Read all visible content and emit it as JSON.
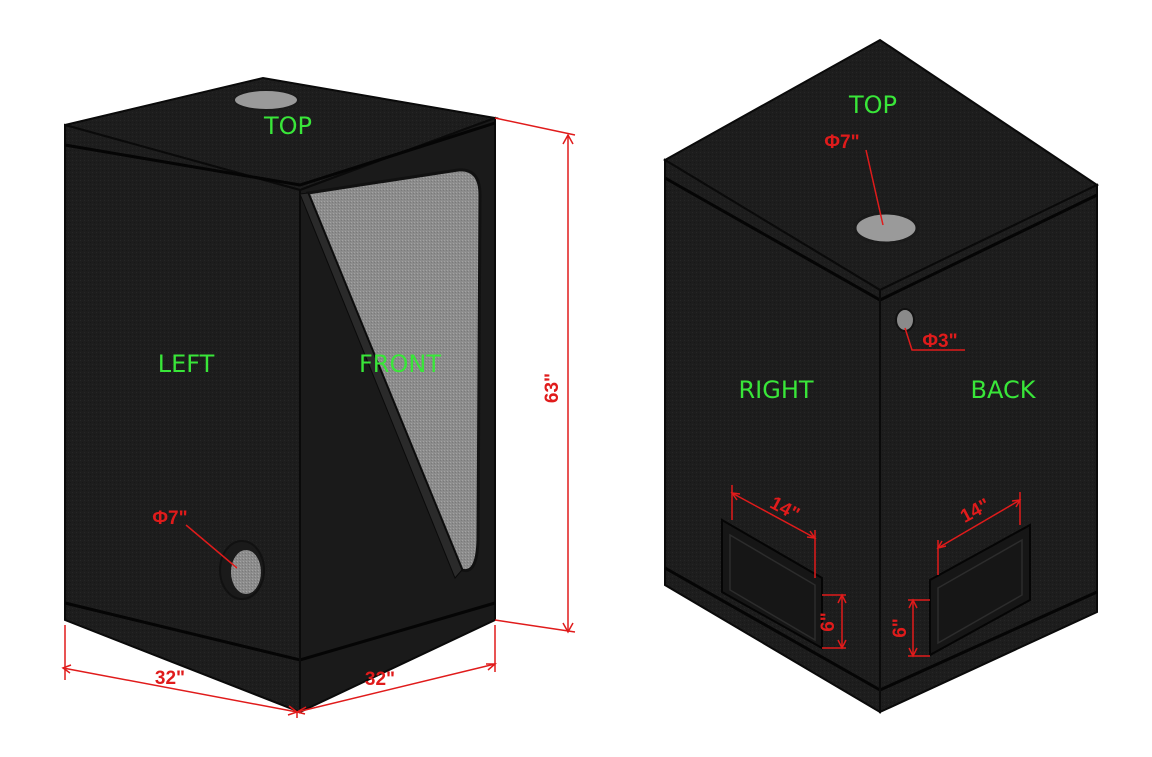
{
  "colors": {
    "tent_body": "#1c1c1c",
    "tent_edge": "#0a0a0a",
    "reflective_lining": "#8f8f8f",
    "face_label": "#39e639",
    "dimension": "#e01b1b",
    "background": "#ffffff"
  },
  "front_view": {
    "faces": {
      "top": "TOP",
      "left": "LEFT",
      "front": "FRONT"
    },
    "dimensions": {
      "width_left": "32\"",
      "width_front": "32\"",
      "height": "63\"",
      "side_port": "Φ7\""
    }
  },
  "back_view": {
    "faces": {
      "top": "TOP",
      "right": "RIGHT",
      "back": "BACK"
    },
    "dimensions": {
      "top_port": "Φ7\"",
      "small_port": "Φ3\"",
      "vent_right_width": "14\"",
      "vent_right_height": "6\"",
      "vent_back_width": "14\"",
      "vent_back_height": "6\""
    }
  }
}
